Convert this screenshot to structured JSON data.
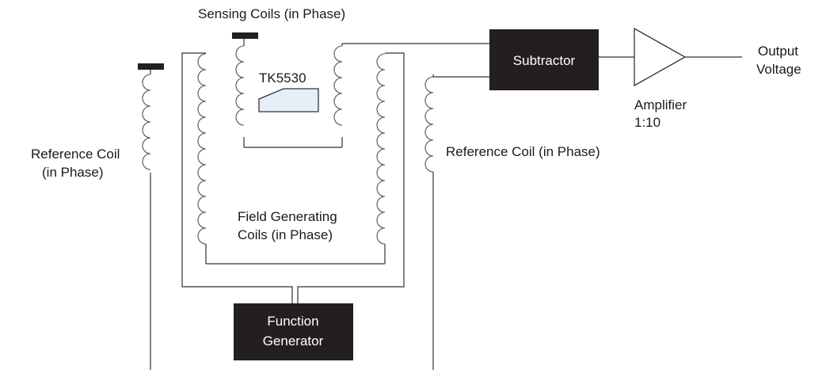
{
  "labels": {
    "sensing_coils": "Sensing Coils (in Phase)",
    "sensor": "TK5530",
    "reference_coil_left_line1": "Reference Coil",
    "reference_coil_left_line2": "(in Phase)",
    "reference_coil_right": "Reference Coil (in Phase)",
    "field_coils_line1": "Field Generating",
    "field_coils_line2": "Coils (in Phase)",
    "subtractor": "Subtractor",
    "function_generator_line1": "Function",
    "function_generator_line2": "Generator",
    "amplifier_line1": "Amplifier",
    "amplifier_line2": "1:10",
    "output_line1": "Output",
    "output_line2": "Voltage"
  },
  "colors": {
    "block_fill": "#231f20",
    "block_text": "#ffffff",
    "wire": "#333333",
    "coil": "#555555",
    "sensor_fill": "#e6eef7"
  }
}
